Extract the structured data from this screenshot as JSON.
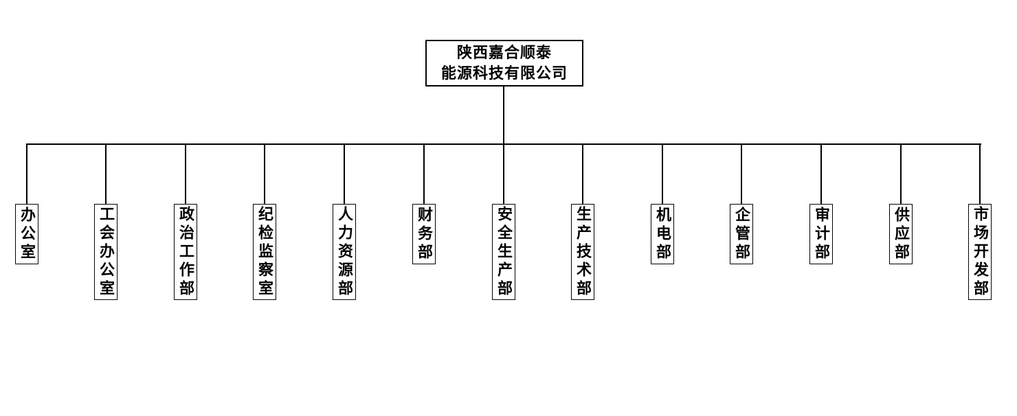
{
  "company": {
    "line1": "陕西嘉合顺泰",
    "line2": "能源科技有限公司"
  },
  "departments": [
    {
      "name": "办公室"
    },
    {
      "name": "工会办公室"
    },
    {
      "name": "政治工作部"
    },
    {
      "name": "纪检监察室"
    },
    {
      "name": "人力资源部"
    },
    {
      "name": "财务部"
    },
    {
      "name": "安全生产部"
    },
    {
      "name": "生产技术部"
    },
    {
      "name": "机电部"
    },
    {
      "name": "企管部"
    },
    {
      "name": "审计部"
    },
    {
      "name": "供应部"
    },
    {
      "name": "市场开发部"
    }
  ],
  "colors": {
    "line": "#000000",
    "text": "#000000",
    "background": "#ffffff"
  }
}
